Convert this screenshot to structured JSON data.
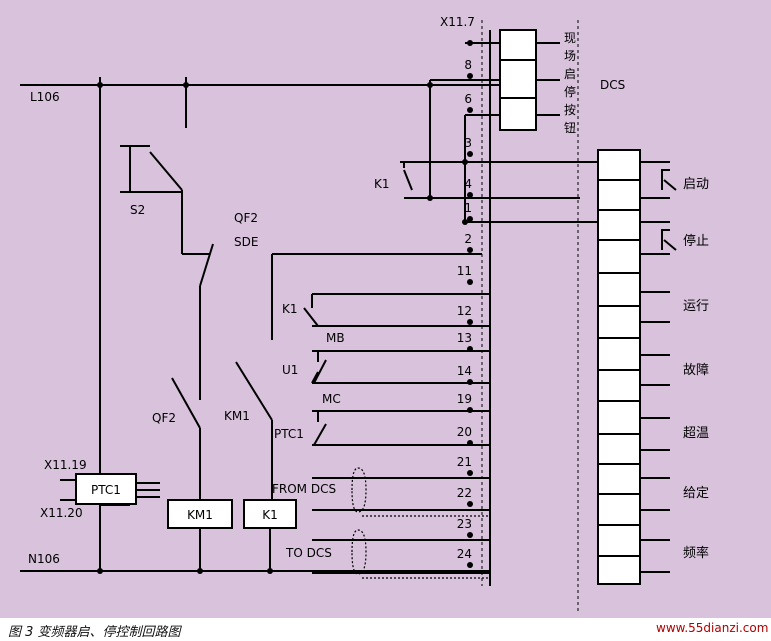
{
  "colors": {
    "background": "#d8c2dc",
    "wire": "#000000",
    "box_fill": "#ffffff",
    "watermark": "#b00000"
  },
  "bus": {
    "top": "L106",
    "bottom": "N106"
  },
  "terminal_header": "X11.7",
  "terminals": [
    "8",
    "6",
    "3",
    "4",
    "1",
    "2",
    "11",
    "12",
    "13",
    "14",
    "19",
    "20",
    "21",
    "22",
    "23",
    "24"
  ],
  "dcs_label": "DCS",
  "field_buttons_chars": [
    "现",
    "场",
    "启",
    "停",
    "按",
    "钮"
  ],
  "labels": {
    "s2": "S2",
    "qf2_top": "QF2",
    "sde": "SDE",
    "k1_top": "K1",
    "k1_mid": "K1",
    "mb": "MB",
    "u1": "U1",
    "mc": "MC",
    "ptc1_contact": "PTC1",
    "qf2_bottom": "QF2",
    "km1_contact": "KM1",
    "x11_19": "X11.19",
    "x11_20": "X11.20",
    "from_dcs": "FROM  DCS",
    "to_dcs": "TO  DCS"
  },
  "boxes": {
    "ptc1": "PTC1",
    "km1": "KM1",
    "k1": "K1"
  },
  "signals": [
    "启动",
    "停止",
    "运行",
    "故障",
    "超温",
    "给定",
    "频率"
  ],
  "caption": "图 3   变频器启、停控制回路图",
  "watermark": "www.55dianzi.com"
}
